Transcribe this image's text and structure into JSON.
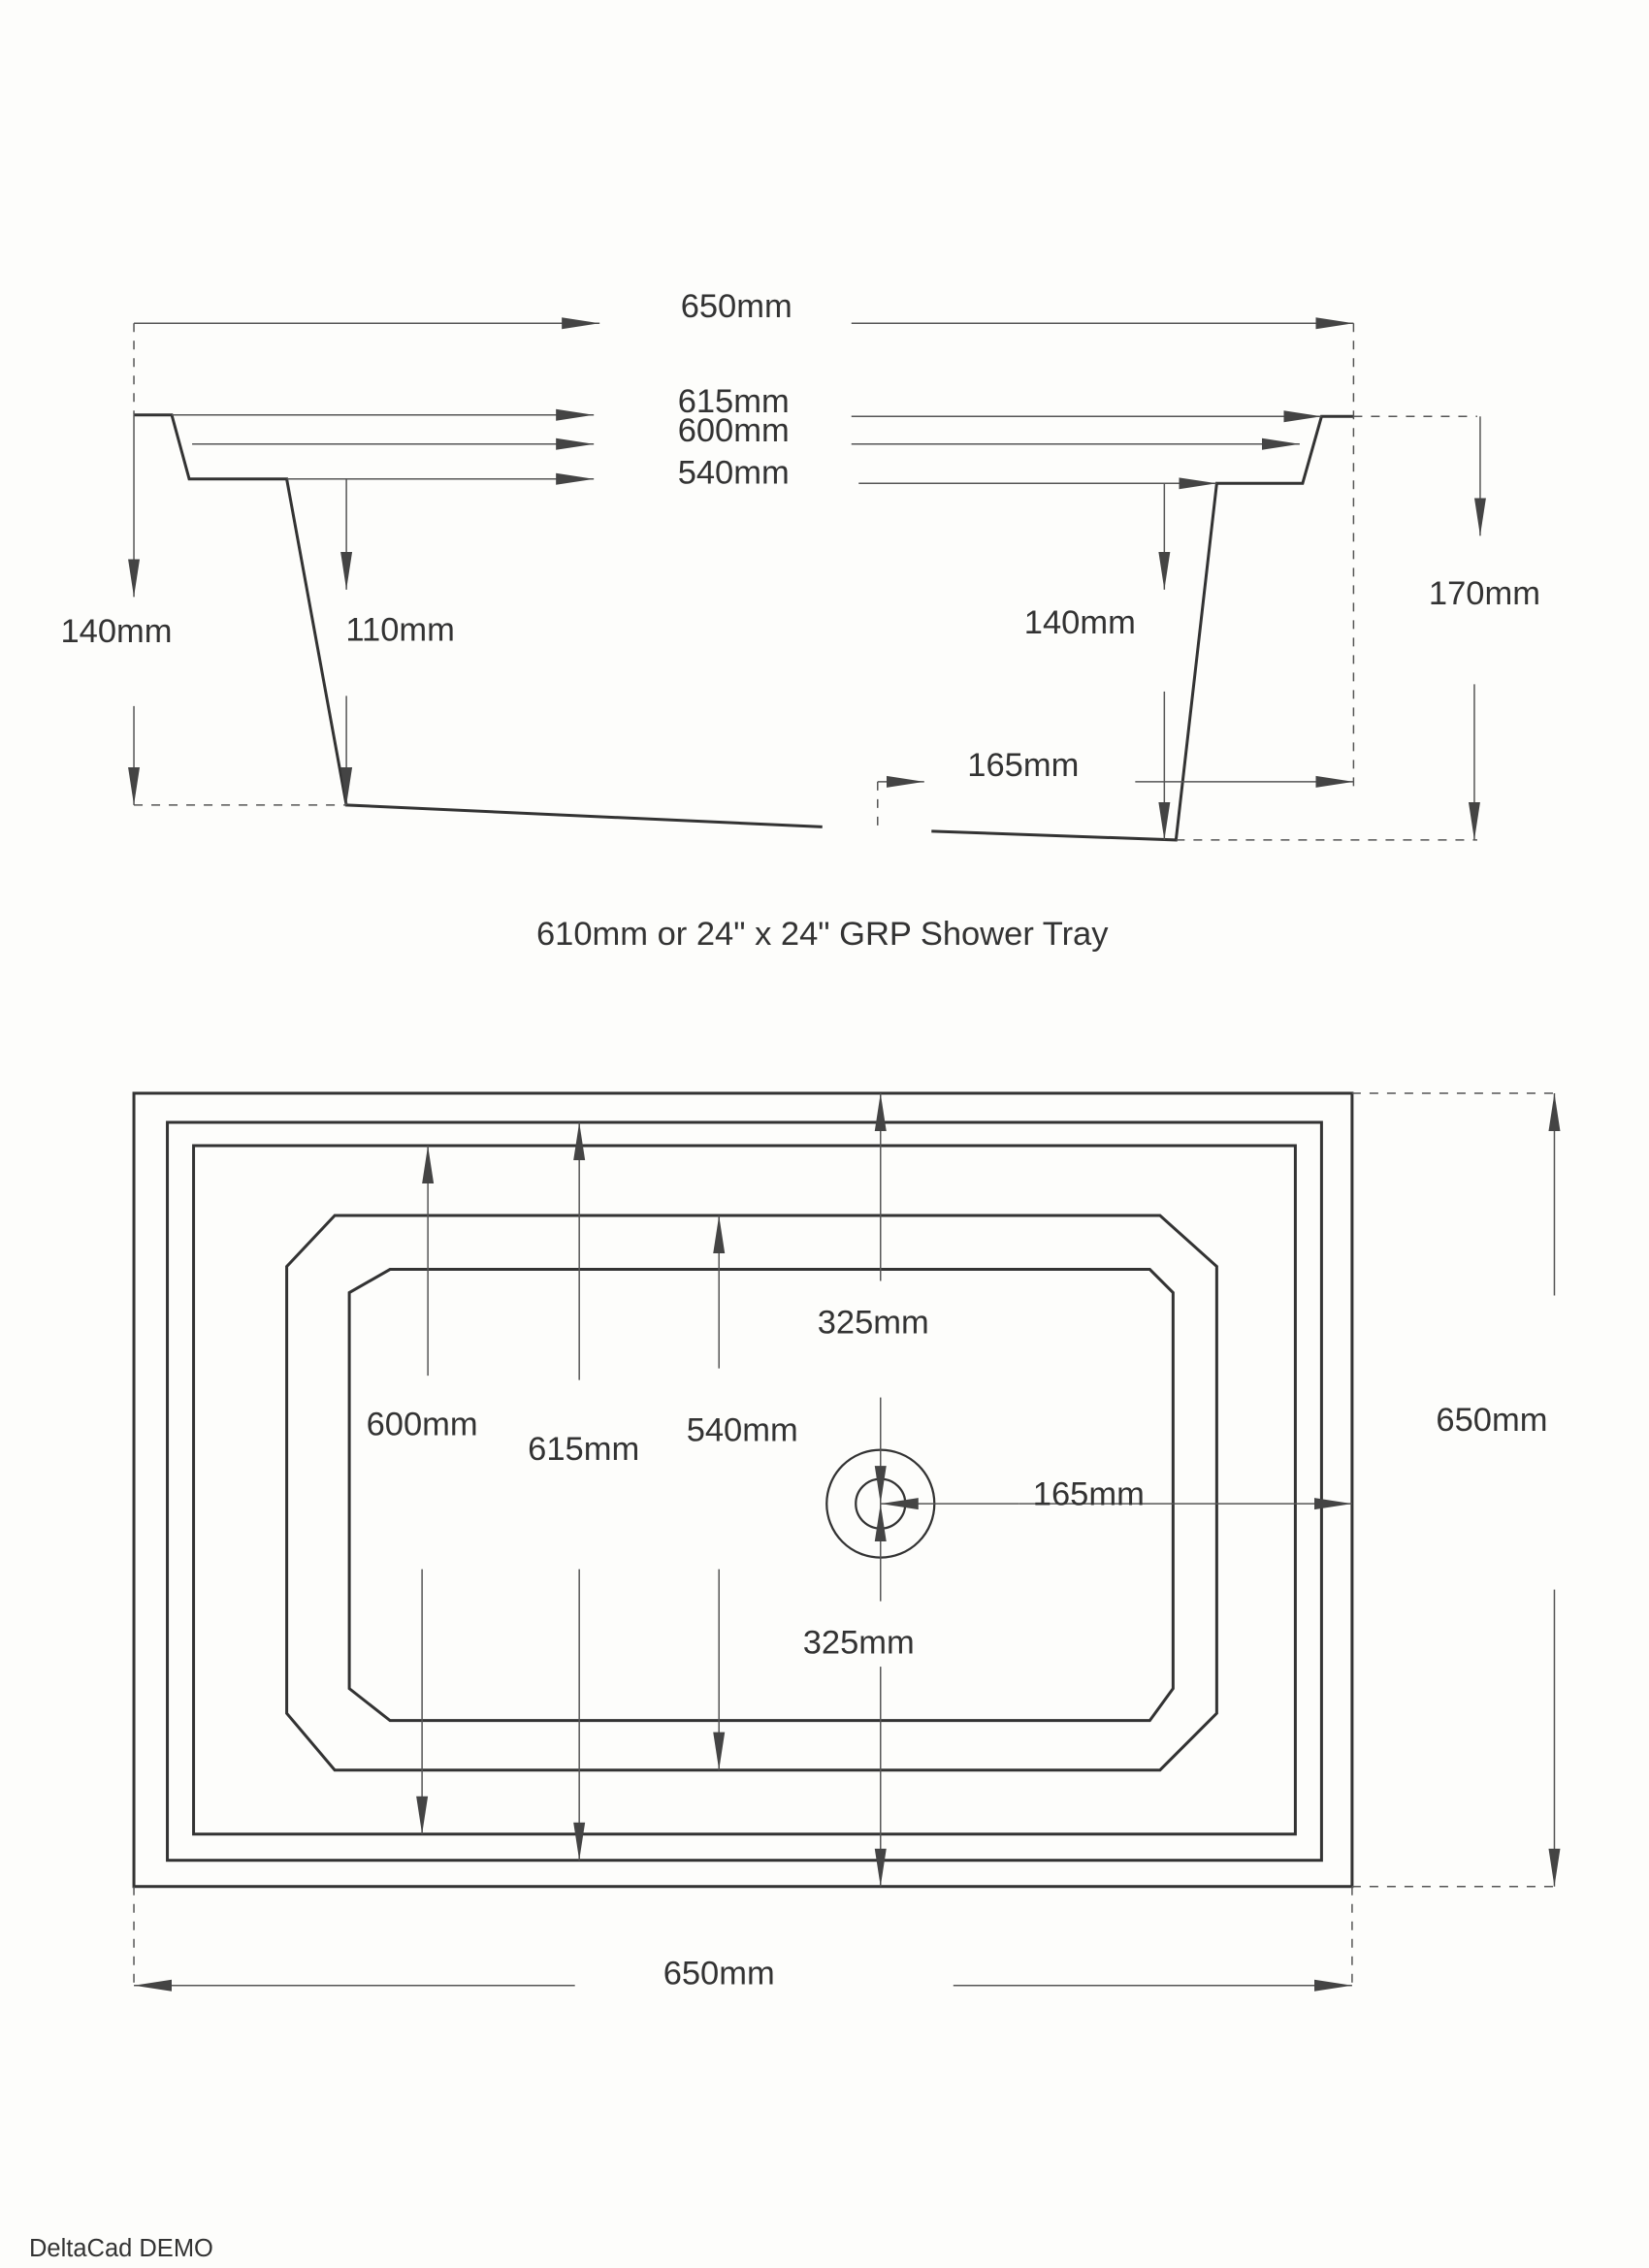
{
  "elevation": {
    "overall_width": "650mm",
    "rim_width": "615mm",
    "inner_rim_width": "600mm",
    "base_width": "540mm",
    "left_height": "140mm",
    "inner_depth": "110mm",
    "right_depth": "140mm",
    "total_height": "170mm",
    "waste_offset": "165mm"
  },
  "title": "610mm or 24\" x 24\" GRP Shower Tray",
  "plan": {
    "inner_rim": "600mm",
    "rim": "615mm",
    "base": "540mm",
    "waste_to_top": "325mm",
    "waste_to_bottom": "325mm",
    "waste_to_side": "165mm",
    "overall_height": "650mm",
    "overall_width": "650mm"
  },
  "watermark": "DeltaCad DEMO"
}
